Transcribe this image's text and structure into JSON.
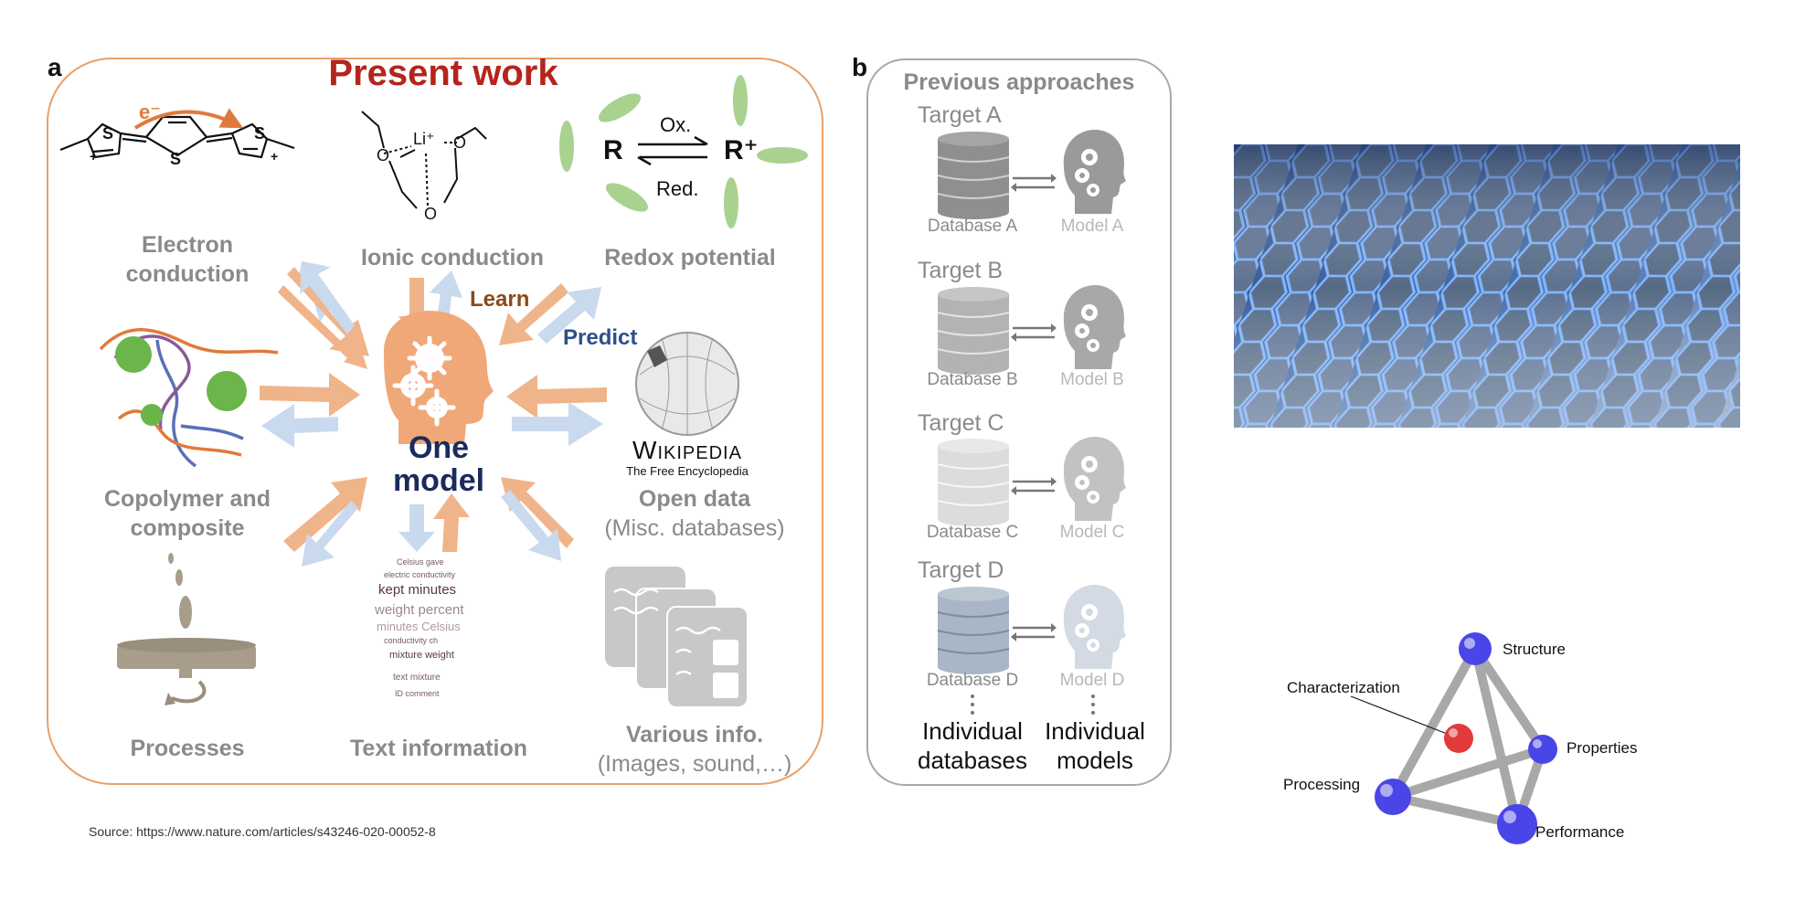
{
  "panel_a": {
    "letter": "a",
    "title": "Present work",
    "electron": {
      "charge": "e⁻",
      "label_line1": "Electron",
      "label_line2": "conduction"
    },
    "ionic": {
      "label": "Ionic conduction",
      "li": "Li⁺",
      "o1": "O",
      "o2": "O",
      "o3": "O"
    },
    "redox": {
      "label": "Redox potential",
      "r": "R",
      "r_plus": "R⁺",
      "ox": "Ox.",
      "red": "Red."
    },
    "copolymer": {
      "label_line1": "Copolymer and",
      "label_line2": "composite"
    },
    "center": {
      "learn": "Learn",
      "predict": "Predict",
      "line1": "One",
      "line2": "model"
    },
    "wikipedia": {
      "word": "Wikipedia",
      "tagline": "The Free Encyclopedia",
      "label_line1": "Open data",
      "label_line2": "(Misc. databases)"
    },
    "processes": {
      "label": "Processes"
    },
    "text_info": {
      "label": "Text information",
      "words": [
        "kept minutes",
        "weight percent",
        "minutes Celsius",
        "electric conductivity",
        "conductivity ch",
        "mixture weight",
        "text mixture",
        "Celsius gave",
        "ID comment"
      ]
    },
    "various": {
      "label_line1": "Various info.",
      "label_line2": "(Images, sound,…)"
    }
  },
  "panel_b": {
    "letter": "b",
    "title": "Previous approaches",
    "rows": [
      {
        "target": "Target A",
        "database": "Database A",
        "model": "Model A",
        "db_color": "#8f8f8f",
        "head_color": "#9a9a9a"
      },
      {
        "target": "Target B",
        "database": "Database B",
        "model": "Model B",
        "db_color": "#b3b3b3",
        "head_color": "#a8a8a8"
      },
      {
        "target": "Target C",
        "database": "Database C",
        "model": "Model C",
        "db_color": "#dcdcdc",
        "head_color": "#c2c2c2"
      },
      {
        "target": "Target D",
        "database": "Database D",
        "model": "Model D",
        "db_color": "#a9b6c7",
        "head_color": "#d4dae3"
      }
    ],
    "footer_db_line1": "Individual",
    "footer_db_line2": "databases",
    "footer_model_line1": "Individual",
    "footer_model_line2": "models"
  },
  "source": "Source: https://www.nature.com/articles/s43246-020-00052-8",
  "tetrahedron": {
    "labels": {
      "top": "Structure",
      "center": "Characterization",
      "right": "Properties",
      "left": "Processing",
      "bottom": "Performance"
    }
  },
  "colors": {
    "orange_arrow": "#f0b48a",
    "blue_arrow": "#c9d9ee",
    "title_red": "#b5241c",
    "learn_brown": "#8a4a1c",
    "predict_blue": "#2e4f8a",
    "model_navy": "#1a2b5c",
    "panel_a_border": "#e8a068"
  }
}
